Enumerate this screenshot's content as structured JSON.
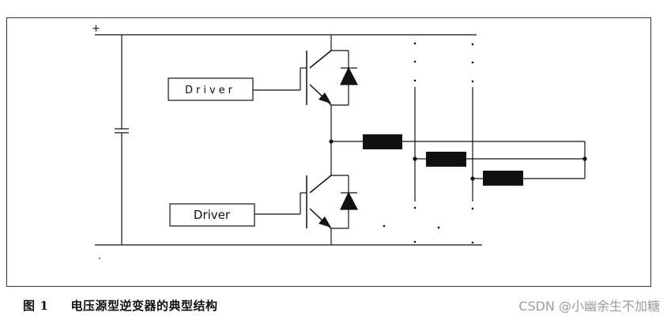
{
  "diagram": {
    "plus_sign": "+",
    "dot_sign": ".",
    "driver_top_label": "Driver",
    "driver_bottom_label": "Driver"
  },
  "caption": {
    "figure_label": "图",
    "figure_number": "1",
    "title": "电压源型逆变器的典型结构"
  },
  "watermark": {
    "text": "CSDN @小幽余生不加糖"
  },
  "colors": {
    "line": "#111111",
    "border": "#333333",
    "watermark": "#9a9a9a"
  }
}
